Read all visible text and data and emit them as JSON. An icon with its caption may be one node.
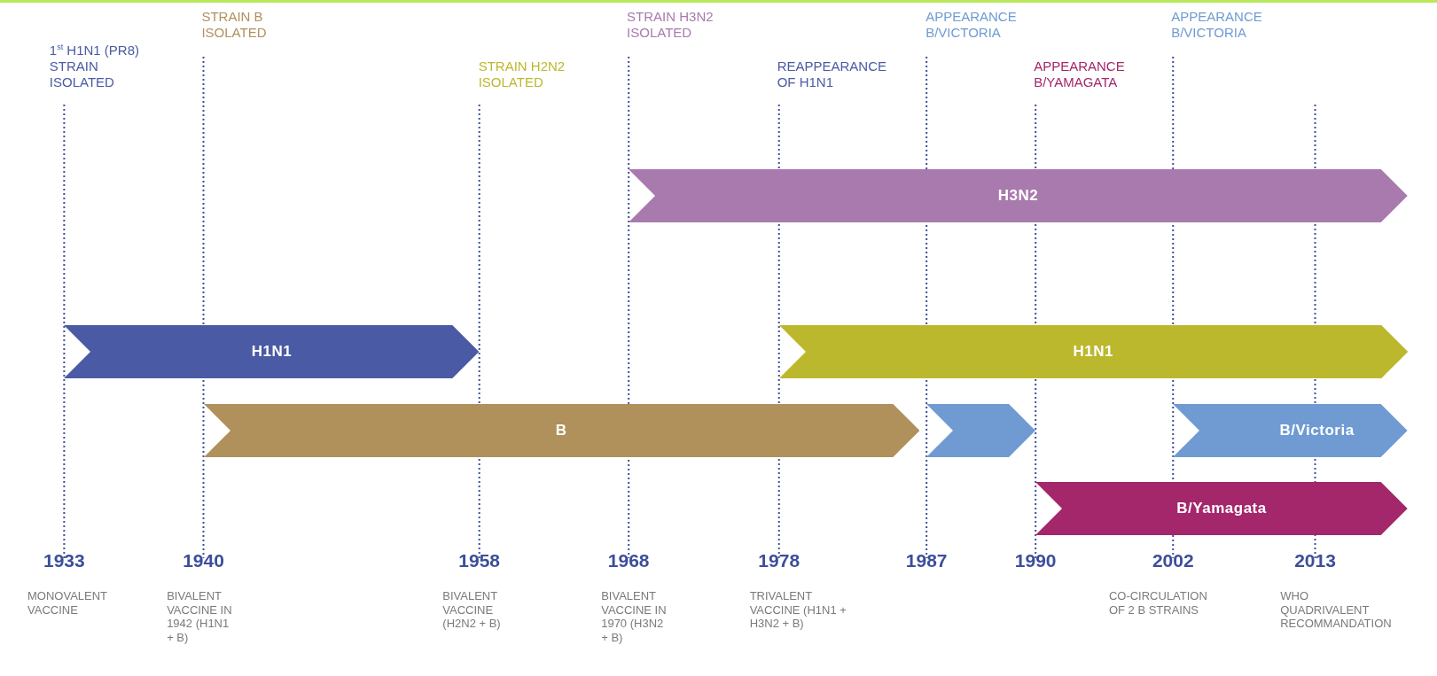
{
  "diagram": {
    "nodes": [
      {
        "text": [
          "H3N2"
        ]
      },
      {
        "text": [
          "H1N1"
        ]
      },
      {
        "text": [
          "H1N1"
        ]
      },
      {
        "text": [
          "B"
        ]
      },
      {
        "text": [],
        "shape": "bar"
      },
      {
        "text": [
          "B/Victoria"
        ]
      },
      {
        "text": [
          "B/Yamagata"
        ]
      }
    ],
    "labels": [
      "1$^{st}$ H1N1 (PR8) STRAIN ISOLATED",
      "STRAIN B ISOLATED",
      "STRAIN H2N2 ISOLATED",
      "STRAIN H3N2 ISOLATED",
      "REAPPEARANCE OF H1N1",
      "APPEARANCE B/VICTORIA",
      "APPEARANCE B/YAMAGATA",
      "APPEARANCE B/VICTORIA",
      "1933",
      "1940",
      "1958",
      "1968",
      "1978",
      "1987",
      "1990",
      "2002",
      "2013",
      "MONOVALENT VACCINE",
      "BIVALENT VACCINE IN 1942 (H1N1 + B)",
      "BIVALENT VACCINE (H2N2 + B)",
      "BIVALENT VACCINE IN 1970 (H3N2 + B)",
      "TRIVALENT VACCINE (H1N1 + H3N2 + B)",
      "CO-CIRCULATION OF 2 B STRAINS",
      "WHO QUADRIVALENT RECOMMANDATION"
    ]
  }
}
